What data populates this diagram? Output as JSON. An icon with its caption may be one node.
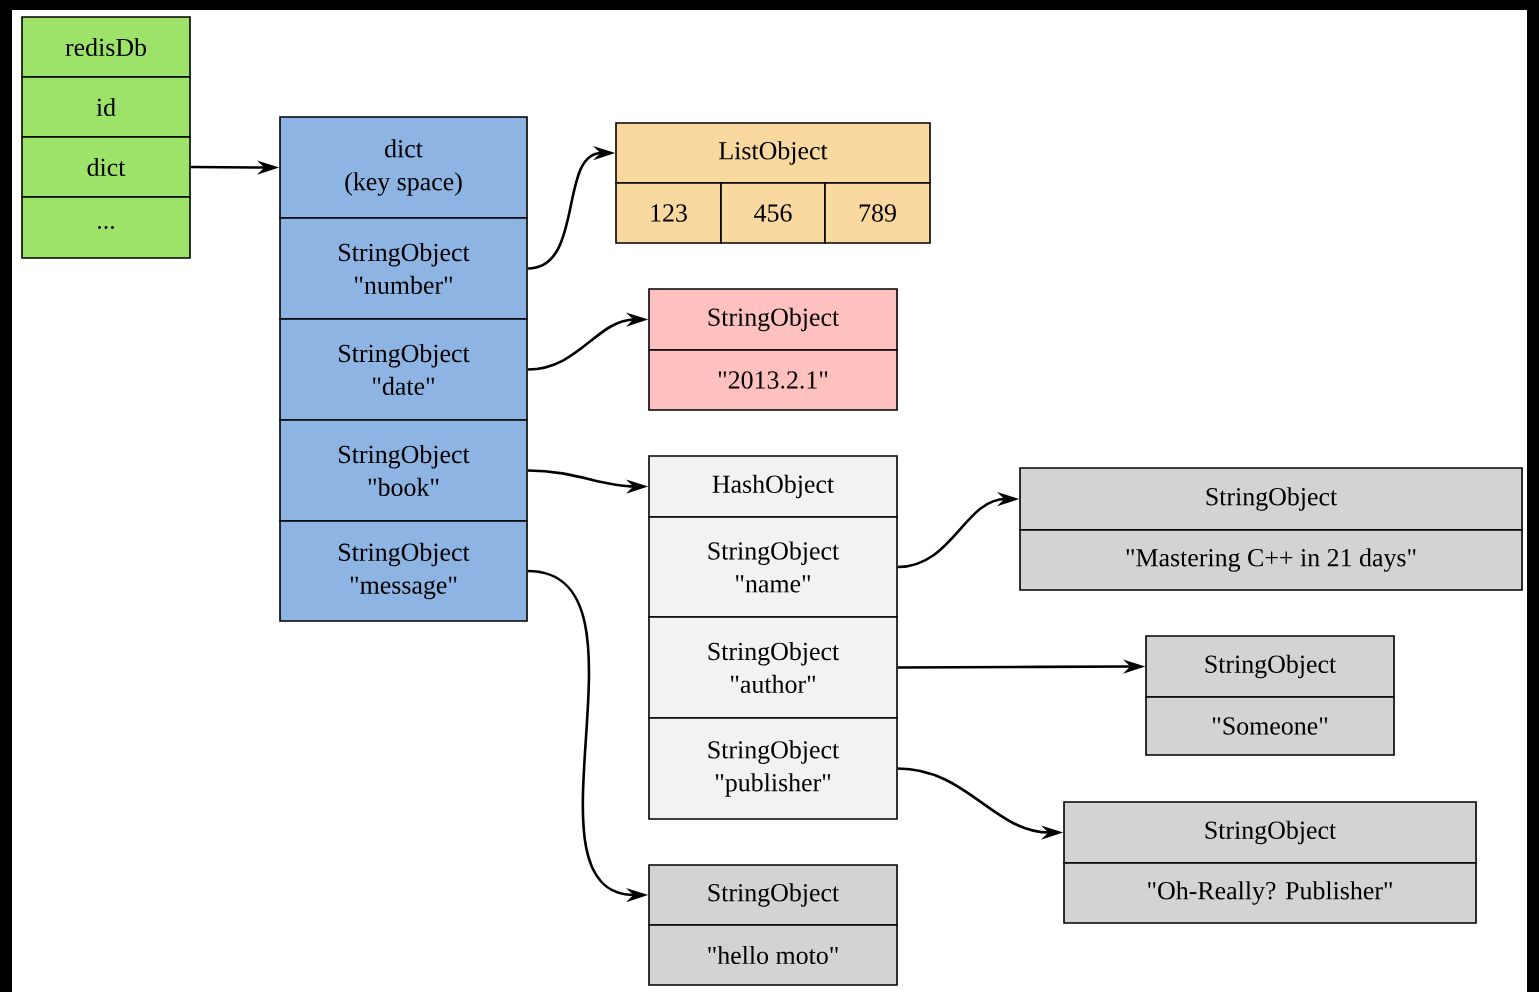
{
  "diagram": {
    "nodes": [
      {
        "text": [
          "redisDb"
        ]
      },
      {
        "text": [
          "id"
        ]
      },
      {
        "text": [
          "dict"
        ]
      },
      {
        "text": [
          "..."
        ]
      },
      {
        "text": [
          "dict",
          "(key space)"
        ]
      },
      {
        "text": [
          "StringObject",
          "\"number\""
        ]
      },
      {
        "text": [
          "StringObject",
          "\"date\""
        ]
      },
      {
        "text": [
          "StringObject",
          "\"book\""
        ]
      },
      {
        "text": [
          "StringObject",
          "\"message\""
        ]
      },
      {
        "text": [
          "ListObject"
        ]
      },
      {
        "text": [
          "123"
        ]
      },
      {
        "text": [
          "456"
        ]
      },
      {
        "text": [
          "789"
        ]
      },
      {
        "text": [
          "StringObject"
        ]
      },
      {
        "text": [
          "\"2013.2.1\""
        ]
      },
      {
        "text": [
          "HashObject"
        ]
      },
      {
        "text": [
          "StringObject",
          "\"name\""
        ]
      },
      {
        "text": [
          "StringObject",
          "\"author\""
        ]
      },
      {
        "text": [
          "StringObject",
          "\"publisher\""
        ]
      },
      {
        "text": [
          "StringObject"
        ]
      },
      {
        "text": [
          "\"Mastering C++ in 21 days\""
        ]
      },
      {
        "text": [
          "StringObject"
        ]
      },
      {
        "text": [
          "\"Someone\""
        ]
      },
      {
        "text": [
          "StringObject"
        ]
      },
      {
        "text": [
          "\"Oh-Really? Publisher\""
        ]
      },
      {
        "text": [
          "StringObject"
        ]
      },
      {
        "text": [
          "\"hello moto\""
        ]
      }
    ],
    "edges": [
      {
        "from": 2,
        "to": 4,
        "arrow": "to"
      },
      {
        "from": 5,
        "to": 9,
        "arrow": "to"
      },
      {
        "from": 6,
        "to": 13,
        "arrow": "to"
      },
      {
        "from": 7,
        "to": 15,
        "arrow": "to"
      },
      {
        "from": 8,
        "to": 25,
        "arrow": "to"
      },
      {
        "from": 16,
        "to": 19,
        "arrow": "to"
      },
      {
        "from": 17,
        "to": 21,
        "arrow": "to"
      },
      {
        "from": 18,
        "to": 23,
        "arrow": "to"
      }
    ]
  }
}
